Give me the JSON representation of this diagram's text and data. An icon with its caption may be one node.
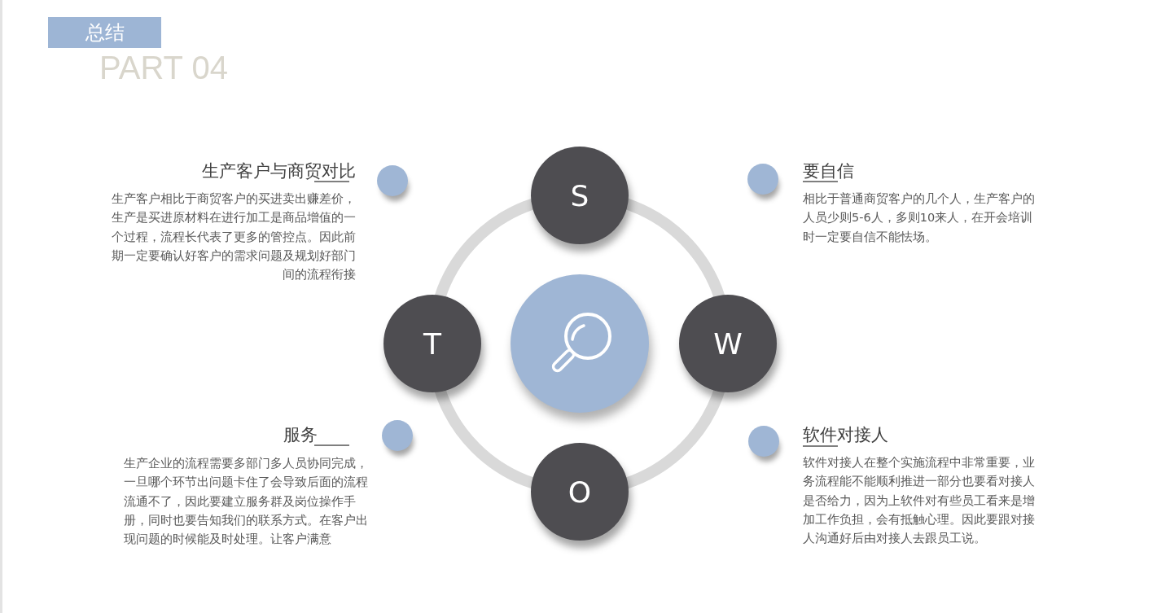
{
  "diagram": {
    "nodes": [
      {
        "text": [
          "总结"
        ]
      },
      {
        "text": [
          "S"
        ]
      },
      {
        "text": [
          "T"
        ]
      },
      {
        "text": [],
        "shape": "circle"
      },
      {
        "text": [
          "W"
        ]
      },
      {
        "text": [
          "O"
        ]
      }
    ],
    "labels": [
      "PART 04",
      "生产客户与商贸对比",
      "生产客户相比于商贸客户的买进卖出赚差价，生产是买进原材料在进行加工是商品增值的一个过程，流程长代表了更多的管控点。因此前期一定要确认好客户的需求问题及规划好部门间的流程衔接",
      "要自信",
      "相比于普通商贸客户的几个人，生产客户的人员少则5-6人，多则10来人，在开会培训时一定要自信不能怯场。",
      "服务",
      "生产企业的流程需要多部门多人员协同完成，一旦哪个环节出问题卡住了会导致后面的流程流通不了，因此要建立服务群及岗位操作手册，同时也要告知我们的联系方式。在客户出现问题的时候能及时处理。让客户满意",
      "软件对接人",
      "软件对接人在整个实施流程中非常重要，业务流程能不能顺利推进一部分也要看对接人是否给力，因为上软件对有些员工看来是增加工作负担，会有抵触心理。因此要跟对接人沟通好后由对接人去跟员工说。"
    ]
  }
}
